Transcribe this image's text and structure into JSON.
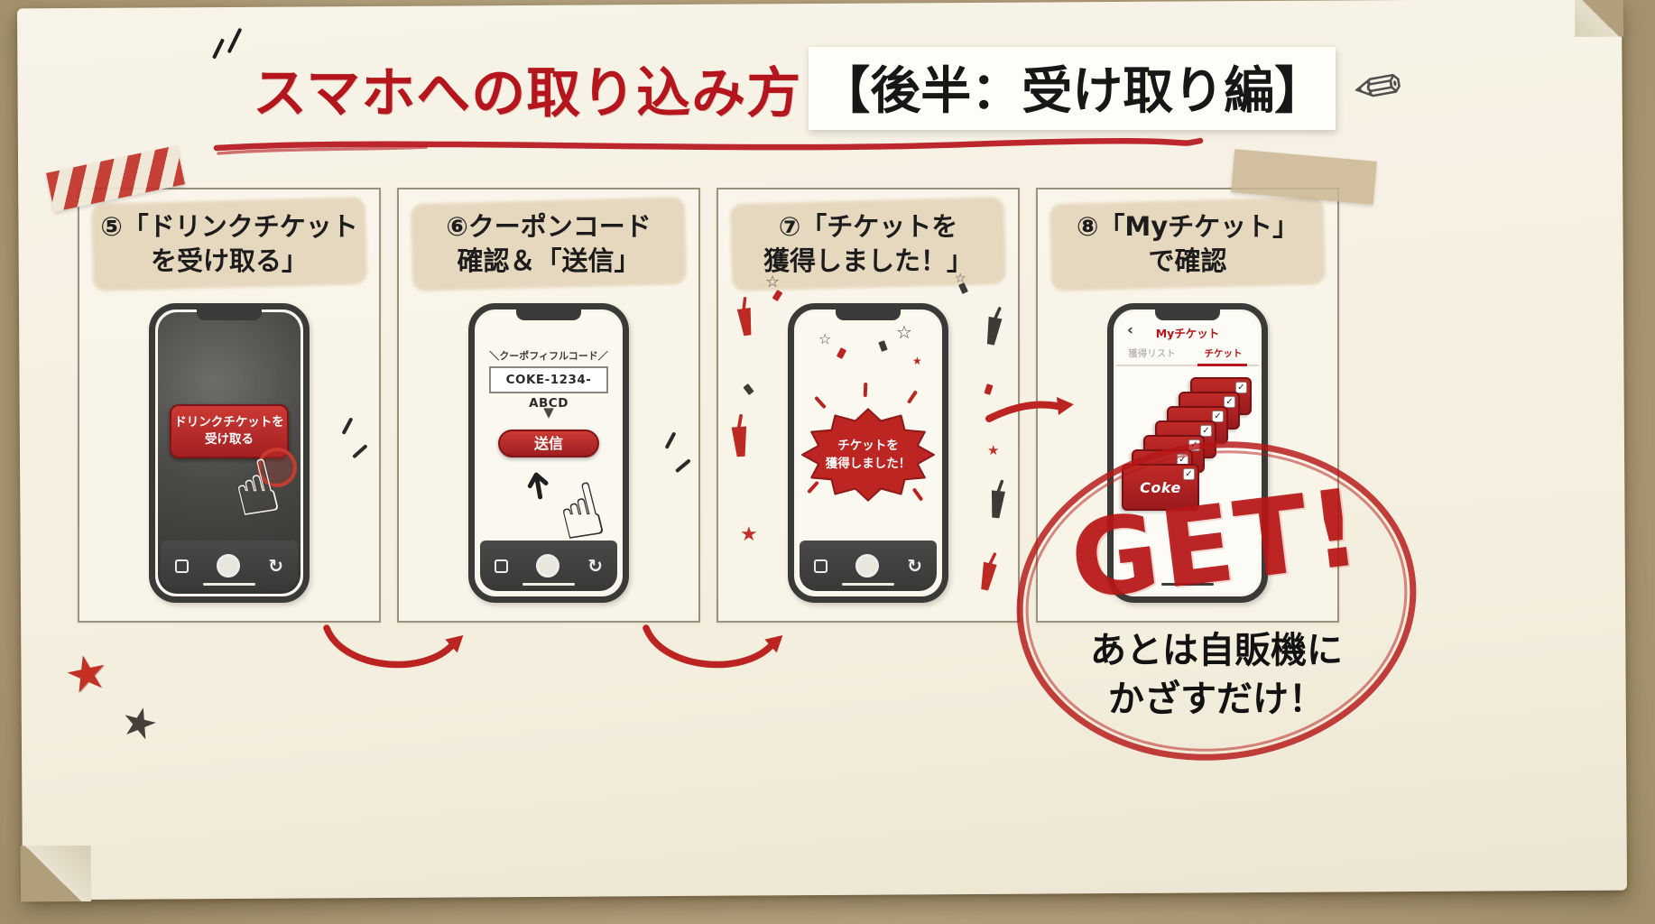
{
  "title": {
    "main": "スマホへの取り込み方",
    "highlight": "【後半：受け取り編】"
  },
  "icons": {
    "pencil": "✏",
    "hand_pointer": "☝",
    "refresh": "↻",
    "triangle_down": "▼",
    "back_chevron": "‹",
    "check": "✓",
    "star_filled": "★",
    "star_outline": "☆"
  },
  "steps": [
    {
      "heading_line1": "⑤「ドリンクチケット",
      "heading_line2": "を受け取る」",
      "phone": {
        "button_line1": "ドリンクチケットを",
        "button_line2": "受け取る"
      }
    },
    {
      "heading_line1": "⑥クーポンコード",
      "heading_line2": "確認＆「送信」",
      "phone": {
        "code_label": "＼クーポフィフルコード／",
        "code_value": "COKE-1234-ABCD",
        "submit_label": "送信"
      }
    },
    {
      "heading_line1": "⑦「チケットを",
      "heading_line2": "獲得しました！」",
      "phone": {
        "bubble_line1": "チケットを",
        "bubble_line2": "獲得しました！"
      }
    },
    {
      "heading_line1": "⑧「Myチケット」",
      "heading_line2": "で確認",
      "phone": {
        "header_title": "Myチケット",
        "tab_left": "獲得リスト",
        "tab_right": "チケット",
        "ticket_brand": "Coke"
      }
    }
  ],
  "stamp": {
    "badge": "GET!",
    "note_line1": "あとは自販機に",
    "note_line2": "かざすだけ！"
  },
  "colors": {
    "accent_red": "#bb2420",
    "paper": "#f5f0e2",
    "kraft": "#b19e7a",
    "ink_dark": "#3a3a38"
  }
}
